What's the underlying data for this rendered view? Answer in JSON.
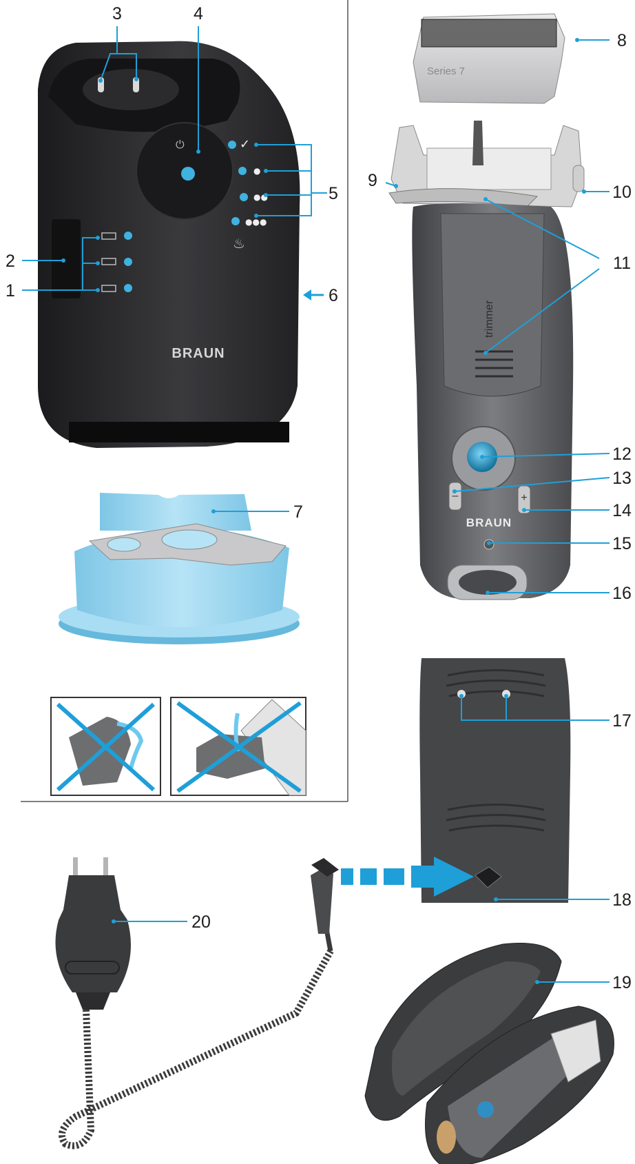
{
  "brand": "BRAUN",
  "foil_series": "Series 7",
  "trimmer_text": "trimmer",
  "callouts": [
    "1",
    "2",
    "3",
    "4",
    "5",
    "6",
    "7",
    "8",
    "9",
    "10",
    "11",
    "12",
    "13",
    "14",
    "15",
    "16",
    "17",
    "18",
    "19",
    "20"
  ],
  "colors": {
    "leader": "#1f9fd8",
    "station": "#2a2a2c",
    "shaver": "#5a5a5c",
    "cartridge": "#8fd0ec",
    "label_text": "#1e1e1e"
  }
}
